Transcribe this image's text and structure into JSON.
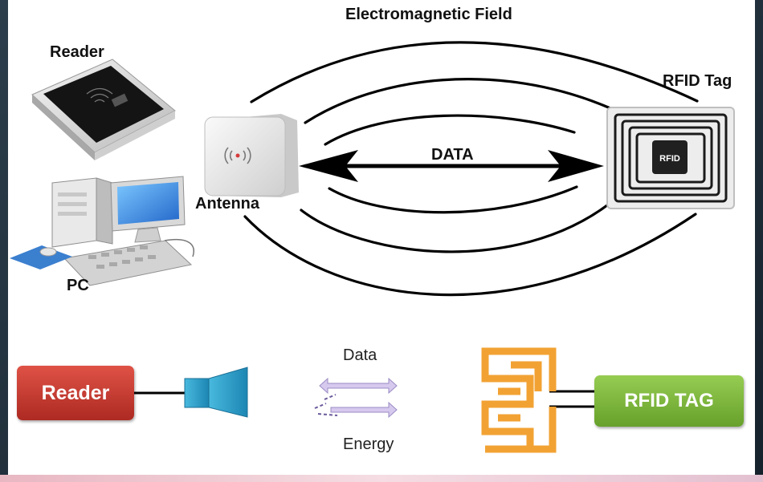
{
  "labels": {
    "field": "Electromagnetic Field",
    "reader": "Reader",
    "rfid_tag": "RFID Tag",
    "antenna": "Antenna",
    "data_arrow": "DATA",
    "pc": "PC",
    "tag_chip": "RFID"
  },
  "flow": {
    "reader_box": "Reader",
    "data": "Data",
    "energy": "Energy",
    "tag_box": "RFID TAG"
  },
  "colors": {
    "frame": "#20303c",
    "panel": "#ffffff",
    "reader_box": "#c8372d",
    "tag_box": "#7cb63a",
    "antenna_horn": "#2a9ec9",
    "tag_coil": "#f39a1e",
    "flow_arrow": "#c9b9e6"
  }
}
